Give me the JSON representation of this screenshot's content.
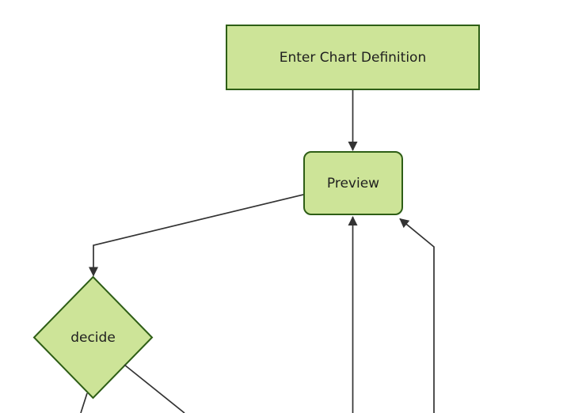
{
  "diagram": {
    "type": "flowchart",
    "orientation": "top-down",
    "nodes": [
      {
        "id": "enter-chart-definition",
        "label": "Enter Chart Definition",
        "shape": "rectangle"
      },
      {
        "id": "preview",
        "label": "Preview",
        "shape": "rounded-rectangle"
      },
      {
        "id": "decide",
        "label": "decide",
        "shape": "diamond"
      }
    ],
    "edges": [
      {
        "from": "enter-chart-definition",
        "to": "preview",
        "arrow": true
      },
      {
        "from": "preview",
        "to": "decide",
        "arrow": true
      },
      {
        "from": "offscreen-bottom",
        "to": "preview",
        "arrow": true
      },
      {
        "from": "offscreen-bottom-right",
        "to": "preview",
        "arrow": true
      },
      {
        "from": "decide",
        "to": "offscreen-bottom-left",
        "arrow": false
      },
      {
        "from": "decide",
        "to": "offscreen-bottom-right",
        "arrow": false
      }
    ],
    "colors": {
      "node_fill": "#cde498",
      "node_border": "#2e5e16",
      "edge_stroke": "#333333",
      "label_text": "#1f1f1f",
      "background": "#ffffff"
    }
  }
}
